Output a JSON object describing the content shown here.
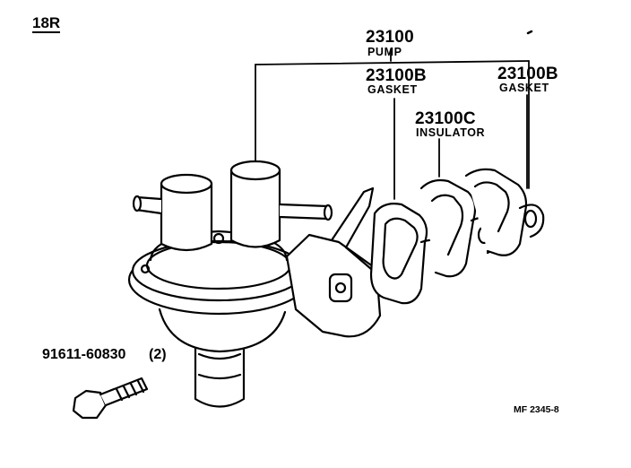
{
  "header": {
    "model": "18R"
  },
  "callouts": {
    "pump": {
      "part_no": "23100",
      "name": "PUMP"
    },
    "gasket_left": {
      "part_no": "23100B",
      "name": "GASKET"
    },
    "gasket_right": {
      "part_no": "23100B",
      "name": "GASKET"
    },
    "insulator": {
      "part_no": "23100C",
      "name": "INSULATOR"
    },
    "bolt": {
      "part_no": "91611-60830",
      "qty": "(2)"
    }
  },
  "footer": {
    "figure_ref": "MF 2345-8"
  },
  "colors": {
    "ink": "#000000",
    "paper": "#ffffff"
  }
}
